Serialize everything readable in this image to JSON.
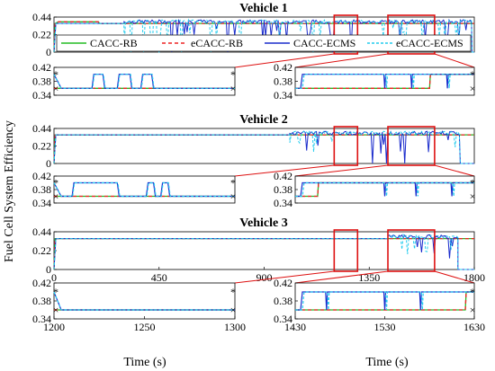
{
  "chart_data": {
    "type": "line",
    "ylabel": "Fuel Cell System Efficiency",
    "xlabel": "Time (s)",
    "series_names": [
      "CACC-RB",
      "eCACC-RB",
      "CACC-ECMS",
      "eCACC-ECMS"
    ],
    "colors": {
      "CACC-RB": "#22bb22",
      "eCACC-RB": "#ee2222",
      "CACC-ECMS": "#1a2bcc",
      "eCACC-ECMS": "#22ccee",
      "zoom_box": "#dd1111"
    },
    "main_x_ticks": [
      "0",
      "450",
      "900",
      "1350",
      "1800"
    ],
    "main_y_ticks": [
      "0.44",
      "0.22",
      "0"
    ],
    "zoom_y_ticks": [
      "0.42",
      "0.38",
      "0.34"
    ],
    "zoom_left_x_ticks": [
      "1200",
      "1250",
      "1300"
    ],
    "zoom_right_x_ticks": [
      "1430",
      "1530",
      "1630"
    ],
    "main_xlim": [
      0,
      1800
    ],
    "main_ylim": [
      0,
      0.44
    ],
    "zoom_ylim": [
      0.34,
      0.42
    ],
    "zoom_left_xlim": [
      1200,
      1300
    ],
    "zoom_right_xlim": [
      1430,
      1630
    ],
    "legend_location": "vehicle-1-main-panel",
    "vehicles": [
      {
        "title": "Vehicle 1",
        "rb_level": 0.36,
        "rb_early_level": 0.38,
        "rb_early_end": 190,
        "ecms_active_start": 300,
        "ecms_active_end": 1790,
        "zoom_left": {
          "rb_level": 0.36,
          "ecms_base": 0.36,
          "ecms_high": 0.4,
          "ecms_bumps": [
            [
              1221,
              1228
            ],
            [
              1235,
              1243
            ],
            [
              1248,
              1255
            ]
          ]
        },
        "zoom_right": {
          "rb_level": 0.36,
          "rb_rise_at": 1580,
          "rb_high": 0.4,
          "ecms_level": 0.4,
          "ecms_dips": [
            1530,
            1560,
            1600
          ]
        }
      },
      {
        "title": "Vehicle 2",
        "rb_level": 0.36,
        "ecms_base": 0.36,
        "ecms_active_start": 1010,
        "ecms_active_end": 1740,
        "zoom_left": {
          "rb_level": 0.36,
          "ecms_base": 0.36,
          "ecms_high": 0.4,
          "ecms_bumps": [
            [
              1210,
              1236
            ],
            [
              1251,
              1256
            ],
            [
              1259,
              1264
            ]
          ]
        },
        "zoom_right": {
          "rb_level": 0.36,
          "rb_rise_at": 1455,
          "rb_high": 0.4,
          "ecms_level": 0.4,
          "ecms_dips": [
            1530,
            1565,
            1605
          ]
        }
      },
      {
        "title": "Vehicle 3",
        "rb_level": 0.36,
        "ecms_base": 0.36,
        "ecms_active_start": 1430,
        "ecms_active_end": 1730,
        "zoom_left": {
          "rb_level": 0.36,
          "ecms_base": 0.36,
          "ecms_high": 0.4,
          "ecms_bumps": []
        },
        "zoom_right": {
          "rb_level": 0.36,
          "rb_rise_at": 1620,
          "rb_high": 0.4,
          "ecms_level": 0.4,
          "ecms_dips": [
            1465,
            1530,
            1570
          ]
        }
      }
    ]
  }
}
